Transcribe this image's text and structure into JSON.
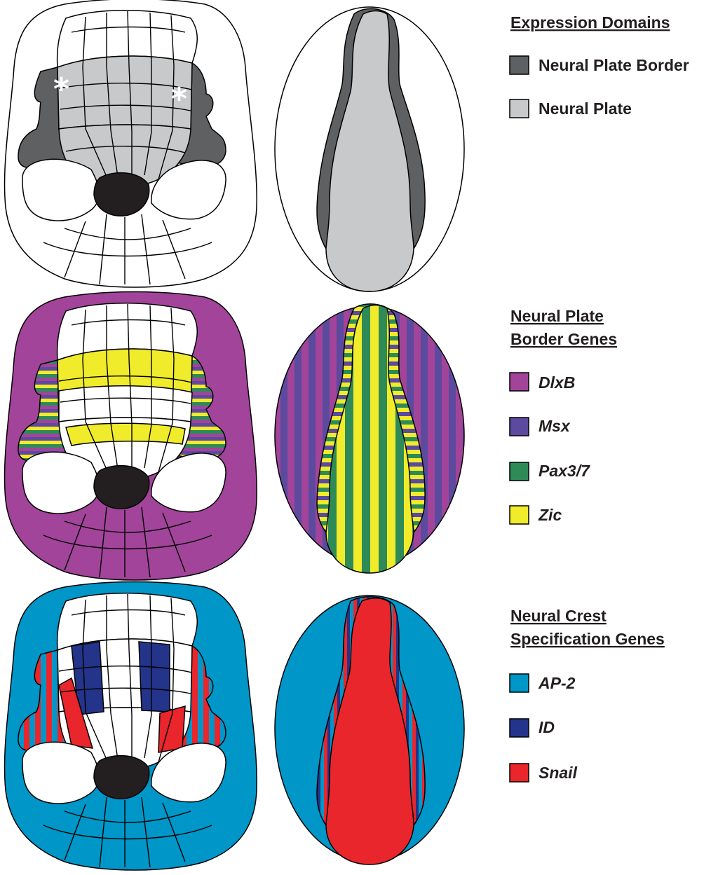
{
  "colors": {
    "neural_plate_border": "#5f6062",
    "neural_plate": "#c8c9ca",
    "DlxB": "#a2449a",
    "Msx": "#5b4a9e",
    "Pax3_7": "#2e8b57",
    "Zic": "#f1ec2b",
    "AP2": "#0096c8",
    "ID": "#23348a",
    "Snail": "#e8262b",
    "blastopore": "#231f20"
  },
  "panels": [
    {
      "title": "Expression Domains",
      "legend": [
        {
          "label": "Neural Plate Border",
          "color": "#5f6062",
          "italic": false
        },
        {
          "label": "Neural Plate",
          "color": "#c8c9ca",
          "italic": false
        }
      ],
      "annotations": [
        "*",
        "*"
      ]
    },
    {
      "title_lines": [
        "Neural Plate",
        "Border Genes"
      ],
      "legend": [
        {
          "label": "DlxB",
          "color": "#a2449a",
          "italic": true
        },
        {
          "label": "Msx",
          "color": "#5b4a9e",
          "italic": true
        },
        {
          "label": "Pax3/7",
          "color": "#2e8b57",
          "italic": true
        },
        {
          "label": "Zic",
          "color": "#f1ec2b",
          "italic": true
        }
      ]
    },
    {
      "title_lines": [
        "Neural Crest",
        "Specification Genes"
      ],
      "legend": [
        {
          "label": "AP-2",
          "color": "#0096c8",
          "italic": true
        },
        {
          "label": "ID",
          "color": "#23348a",
          "italic": true
        },
        {
          "label": "Snail",
          "color": "#e8262b",
          "italic": true
        }
      ]
    }
  ]
}
